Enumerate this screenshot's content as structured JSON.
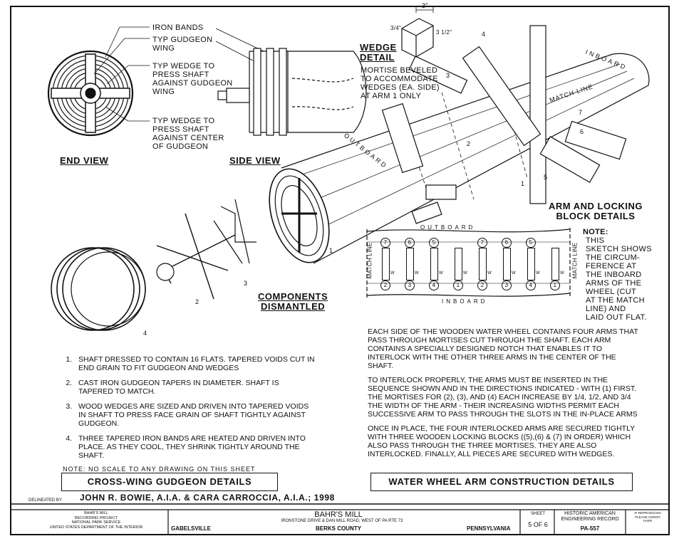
{
  "end_view": {
    "title": "END VIEW",
    "callouts": [
      "IRON BANDS",
      "TYP GUDGEON\nWING",
      "TYP WEDGE TO\nPRESS SHAFT\nAGAINST GUDGEON\nWING",
      "TYP WEDGE TO\nPRESS SHAFT\nAGAINST CENTER\nOF GUDGEON"
    ]
  },
  "side_view": {
    "title": "SIDE VIEW"
  },
  "wedge_detail": {
    "title": "WEDGE\nDETAIL",
    "dim_top": "3\"",
    "dim_side": "3/4\"",
    "dim_height": "3 1/2\"",
    "note": "MORTISE BEVELED\nTO ACCOMMODATE\nWEDGES (EA. SIDE)\nAT ARM 1 ONLY"
  },
  "shaft_labels": {
    "inboard": "INBOARD",
    "outboard": "OUTBOARD",
    "match_line": "MATCH LINE"
  },
  "arm_numbers": [
    "1",
    "2",
    "3",
    "4",
    "5",
    "6",
    "7"
  ],
  "arm_locking": {
    "title": "ARM AND LOCKING\nBLOCK DETAILS"
  },
  "components": {
    "title": "COMPONENTS\nDISMANTLED",
    "parts": [
      "1",
      "2",
      "3",
      "4"
    ]
  },
  "flat_layout": {
    "top_label": "OUTBOARD",
    "bottom_label": "INBOARD",
    "match_line": "MATCH LINE",
    "top_markers": [
      "7",
      "6",
      "5",
      "",
      "7",
      "6",
      "5",
      ""
    ],
    "bottom_markers": [
      "2",
      "3",
      "4",
      "1",
      "2",
      "3",
      "4",
      "1"
    ],
    "w": "W"
  },
  "note_sketch": {
    "label": "NOTE:",
    "text": "THIS\nSKETCH SHOWS\nTHE CIRCUM-\nFERENCE AT\nTHE INBOARD\nARMS OF THE\nWHEEL (CUT\nAT THE MATCH\nLINE) AND\nLAID OUT FLAT."
  },
  "gudgeon_notes": [
    "SHAFT DRESSED TO CONTAIN 16 FLATS. TAPERED VOIDS CUT IN END GRAIN TO FIT GUDGEON AND WEDGES",
    "CAST IRON GUDGEON TAPERS IN DIAMETER. SHAFT IS TAPERED TO MATCH.",
    "WOOD WEDGES ARE SIZED AND DRIVEN INTO TAPERED VOIDS IN SHAFT TO PRESS FACE GRAIN OF SHAFT TIGHTLY AGAINST GUDGEON.",
    "THREE TAPERED IRON BANDS ARE HEATED AND DRIVEN INTO PLACE. AS THEY COOL, THEY SHRINK TIGHTLY AROUND THE SHAFT."
  ],
  "scale_note": "NOTE: NO SCALE TO ANY DRAWING ON THIS SHEET",
  "construction_text": [
    "EACH SIDE OF THE WOODEN WATER WHEEL CONTAINS FOUR ARMS THAT PASS THROUGH MORTISES CUT THROUGH THE SHAFT. EACH ARM CONTAINS A SPECIALLY DESIGNED NOTCH THAT ENABLES IT TO INTERLOCK WITH THE OTHER THREE ARMS IN THE CENTER OF THE SHAFT.",
    "TO INTERLOCK PROPERLY, THE ARMS MUST BE INSERTED IN THE SEQUENCE SHOWN AND IN THE DIRECTIONS INDICATED - WITH (1) FIRST. THE MORTISES FOR (2), (3), AND (4) EACH INCREASE BY 1/4, 1/2, AND 3/4 THE WIDTH OF THE ARM - THEIR INCREASING WIDTHS PERMIT EACH SUCCESSIVE ARM TO PASS THROUGH THE SLOTS IN THE IN-PLACE ARMS",
    "ONCE IN PLACE, THE FOUR INTERLOCKED ARMS ARE SECURED TIGHTLY WITH THREE WOODEN LOCKING BLOCKS ((5),(6) & (7) IN ORDER) WHICH ALSO PASS THROUGH THE THREE MORTISES. THEY ARE ALSO INTERLOCKED. FINALLY, ALL PIECES ARE SECURED WITH WEDGES."
  ],
  "box_titles": {
    "left": "CROSS-WING GUDGEON DETAILS",
    "right": "WATER WHEEL ARM CONSTRUCTION DETAILS"
  },
  "title_block": {
    "delineated_label": "DELINEATED BY",
    "delineators": "JOHN R. BOWIE, A.I.A. & CARA CARROCCIA, A.I.A.; 1998",
    "agency": "BAHR'S MILL\nRECORDING PROJECT\nNATIONAL PARK SERVICE\nUNITED STATES DEPARTMENT OF THE INTERIOR",
    "town": "GABELSVILLE",
    "name": "BAHR'S MILL",
    "address": "IRONSTONE DRIVE & DAN MILL ROAD, WEST OF PA RTE 73",
    "county": "BERKS COUNTY",
    "state": "PENNSYLVANIA",
    "sheet_label": "SHEET",
    "sheet": "5 OF 6",
    "record": "HISTORIC AMERICAN\nENGINEERING RECORD",
    "record_no": "PA-557",
    "stamp": "IF REPRODUCED\nPLEASE CREDIT\nHAER"
  }
}
